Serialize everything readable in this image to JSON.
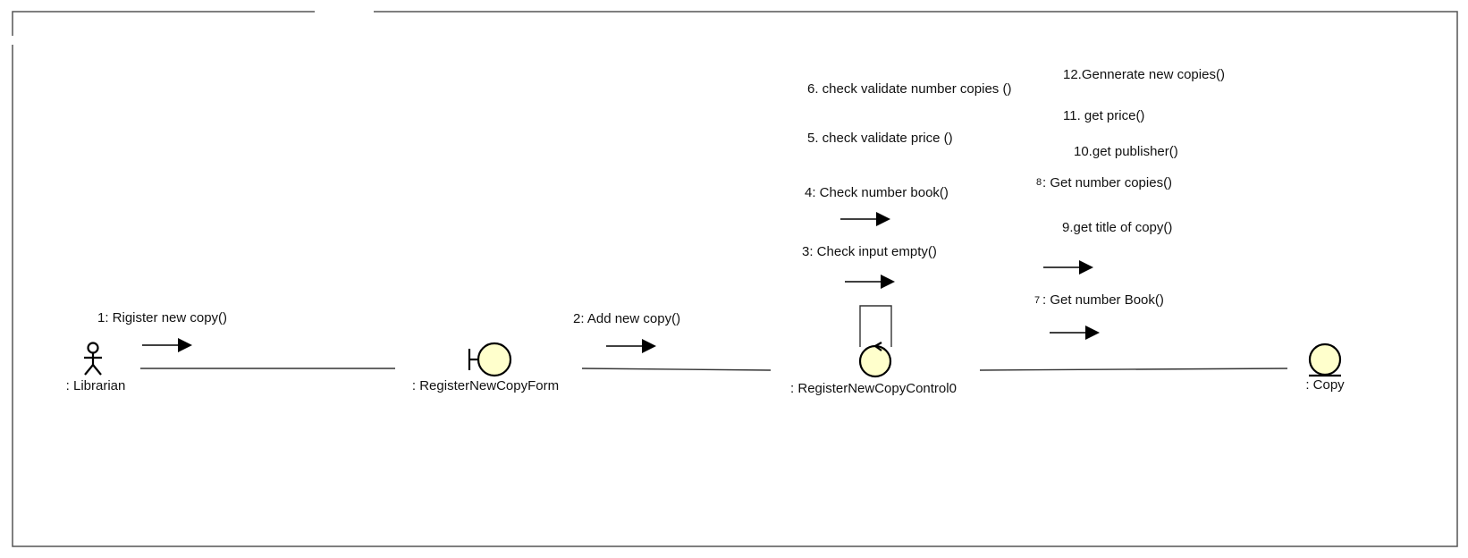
{
  "objects": {
    "librarian": ": Librarian",
    "form": ": RegisterNewCopyForm",
    "control": ": RegisterNewCopyControl0",
    "copy": ": Copy"
  },
  "messages": {
    "m1": "1: Rigister new copy()",
    "m2": "2: Add new copy()",
    "m3": "3: Check input empty()",
    "m4": "4: Check number book()",
    "m5": "5. check validate price ()",
    "m6": "6. check validate number copies ()",
    "m7_num": "7",
    "m7": ": Get number Book()",
    "m8_num": "8",
    "m8": ": Get number copies()",
    "m9": "9.get title of copy()",
    "m10": "10.get publisher()",
    "m11": "11. get price()",
    "m12": "12.Gennerate new copies()"
  }
}
